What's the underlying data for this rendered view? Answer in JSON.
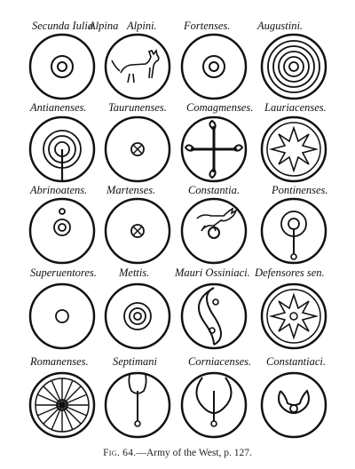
{
  "shields": [
    [
      "Secunda Iulia",
      "Alpina",
      "Alpini.",
      "Fortenses.",
      "Augustini."
    ],
    [
      "Antianenses.",
      "Taurunenses.",
      "Comagmenses.",
      "Lauriacenses."
    ],
    [
      "Abrinoatens.",
      "Martenses.",
      "Constantia.",
      "Pontinenses."
    ],
    [
      "Superuentores.",
      "Mettis.",
      "Mauri Ossiniaci.",
      "Defensores sen."
    ],
    [
      "Romanenses.",
      "Septimani",
      "Corniacenses.",
      "Constantiaci."
    ]
  ],
  "caption": {
    "figure": "Fig. 64.",
    "text": "—Army of the West, p. 127."
  }
}
